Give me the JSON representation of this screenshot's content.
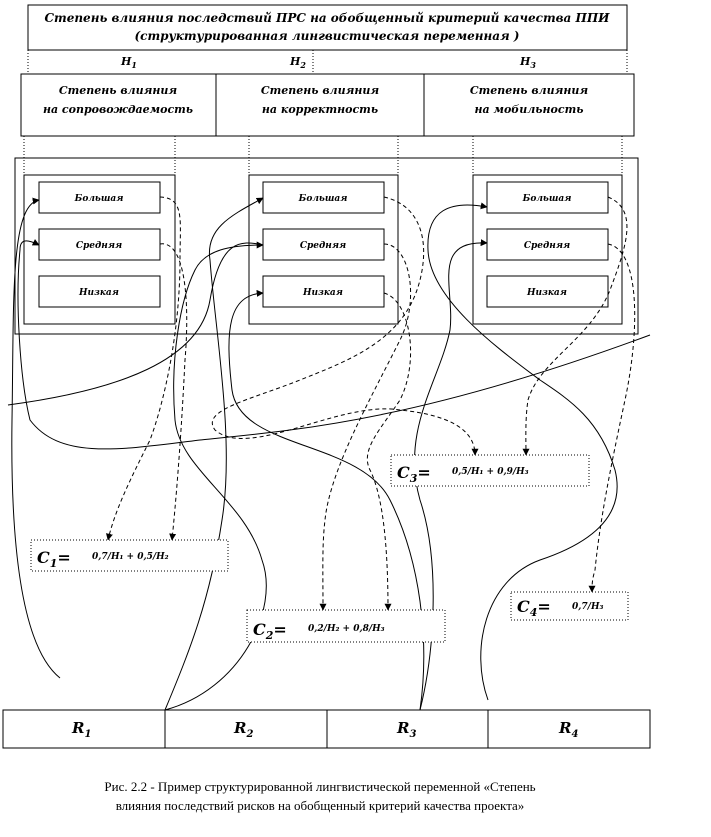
{
  "title": {
    "line1": "Степень влияния последствий ПРС на обобщенный критерий качества ППИ",
    "line2": "(структурированная лингвистическая переменная )"
  },
  "h_labels": [
    "H",
    "H",
    "H"
  ],
  "h_subs": [
    "1",
    "2",
    "3"
  ],
  "headers": [
    {
      "line1": "Степень влияния",
      "line2": "на сопровождаемость"
    },
    {
      "line1": "Степень влияния",
      "line2": "на корректность"
    },
    {
      "line1": "Степень влияния",
      "line2": "на мобильность"
    }
  ],
  "levels": [
    "Большая",
    "Средняя",
    "Низкая"
  ],
  "c_boxes": [
    {
      "label": "C",
      "sub": "1",
      "eq": "=",
      "formula": "0,7/H₁ + 0,5/H₂"
    },
    {
      "label": "C",
      "sub": "2",
      "eq": "=",
      "formula": "0,2/H₂ + 0,8/H₃"
    },
    {
      "label": "C",
      "sub": "3",
      "eq": "=",
      "formula": "0,5/H₁ + 0,9/H₃"
    },
    {
      "label": "C",
      "sub": "4",
      "eq": "=",
      "formula": "0,7/H₃"
    }
  ],
  "r_cells": [
    {
      "label": "R",
      "sub": "1"
    },
    {
      "label": "R",
      "sub": "2"
    },
    {
      "label": "R",
      "sub": "3"
    },
    {
      "label": "R",
      "sub": "4"
    }
  ],
  "caption": {
    "line1": "Рис. 2.2 - Пример структурированной лингвистической переменной «Степень",
    "line2": "влияния последствий рисков на обобщенный критерий качества проекта»"
  }
}
